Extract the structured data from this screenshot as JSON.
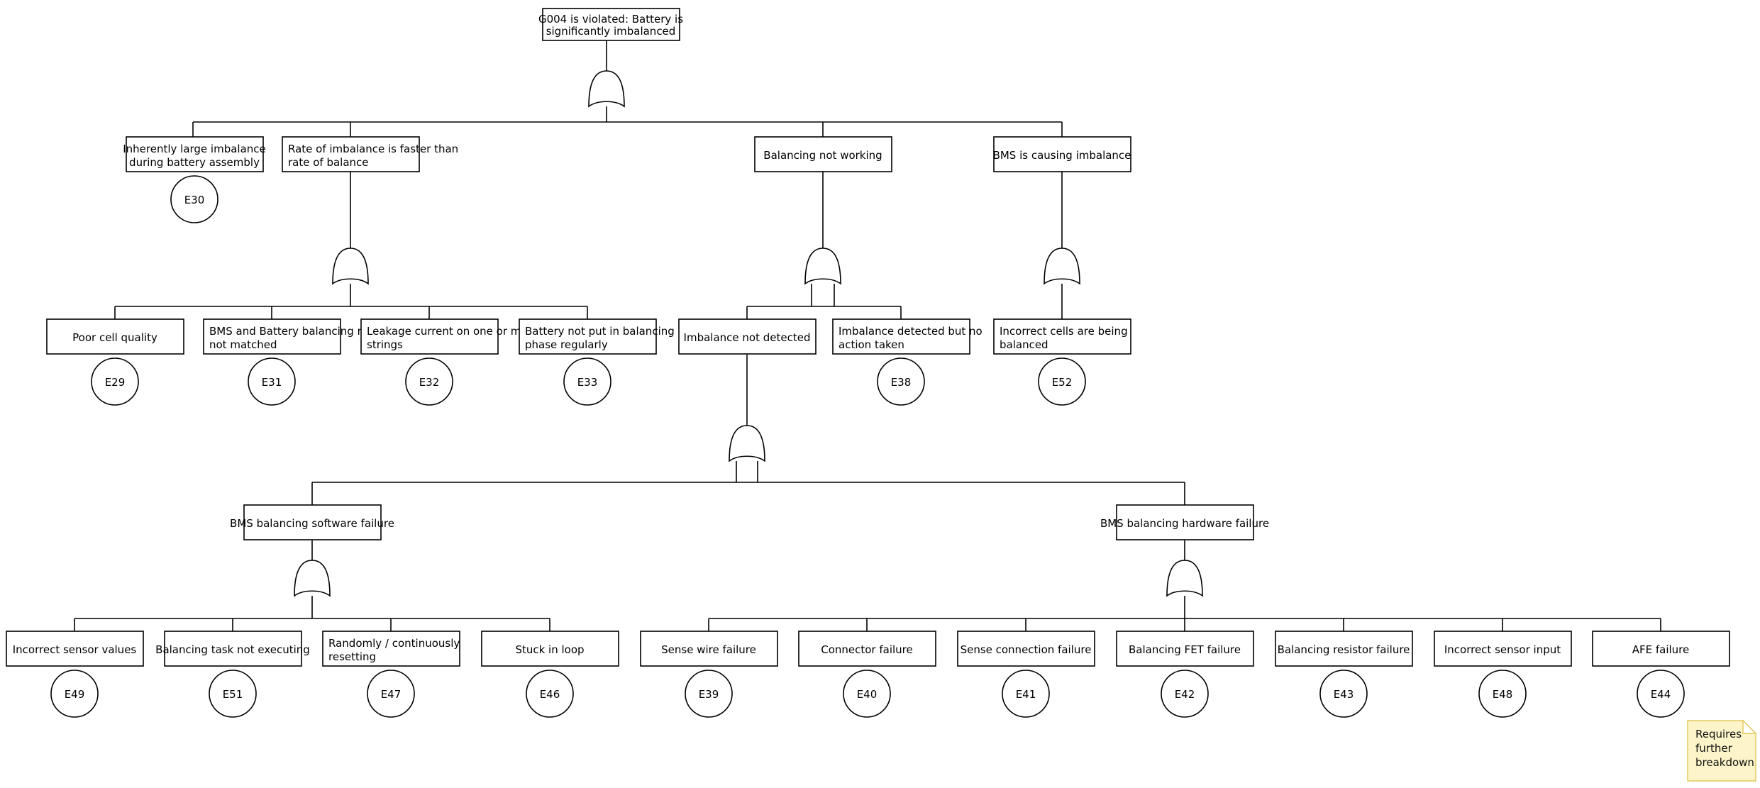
{
  "diagram": {
    "title": "Fault Tree Analysis",
    "gate_type": "OR",
    "colors": {
      "node_fill": "#ffffff",
      "node_stroke": "#000000",
      "sticky_fill": "#fdf5c9",
      "sticky_stroke": "#e3c85a",
      "connector": "#000000"
    }
  },
  "nodes": {
    "top": {
      "id": "G004",
      "lines": [
        "G004 is violated: Battery is",
        "significantly imbalanced"
      ]
    },
    "level2": [
      {
        "lines": [
          "Inherently large imbalance",
          "during battery assembly"
        ],
        "event": "E30"
      },
      {
        "lines": [
          "Rate of imbalance is faster than",
          "rate of balance"
        ],
        "event": null
      },
      {
        "lines": [
          "Balancing not working"
        ],
        "event": null
      },
      {
        "lines": [
          "BMS is causing imbalance"
        ],
        "event": null
      }
    ],
    "level3_rate": [
      {
        "lines": [
          "Poor cell quality"
        ],
        "event": "E29"
      },
      {
        "lines": [
          "BMS and Battery balancing rates",
          "not matched"
        ],
        "event": "E31"
      },
      {
        "lines": [
          "Leakage current on one or more",
          "strings"
        ],
        "event": "E32"
      },
      {
        "lines": [
          "Battery not put in balancing",
          "phase regularly"
        ],
        "event": "E33"
      }
    ],
    "level3_balancing": [
      {
        "lines": [
          "Imbalance not detected"
        ],
        "event": null
      },
      {
        "lines": [
          "Imbalance detected but no",
          "action taken"
        ],
        "event": "E38"
      }
    ],
    "level3_bms": [
      {
        "lines": [
          "Incorrect cells are being",
          "balanced"
        ],
        "event": "E52"
      }
    ],
    "level4": [
      {
        "lines": [
          "BMS balancing software failure"
        ],
        "event": null
      },
      {
        "lines": [
          "BMS balancing hardware failure"
        ],
        "event": null
      }
    ],
    "level5_software": [
      {
        "lines": [
          "Incorrect sensor values"
        ],
        "event": "E49"
      },
      {
        "lines": [
          "Balancing task not executing"
        ],
        "event": "E51"
      },
      {
        "lines": [
          "Randomly / continuously",
          "resetting"
        ],
        "event": "E47"
      },
      {
        "lines": [
          "Stuck in loop"
        ],
        "event": "E46"
      }
    ],
    "level5_hardware": [
      {
        "lines": [
          "Sense wire failure"
        ],
        "event": "E39"
      },
      {
        "lines": [
          "Connector failure"
        ],
        "event": "E40"
      },
      {
        "lines": [
          "Sense connection failure"
        ],
        "event": "E41"
      },
      {
        "lines": [
          "Balancing FET failure"
        ],
        "event": "E42"
      },
      {
        "lines": [
          "Balancing resistor failure"
        ],
        "event": "E43"
      },
      {
        "lines": [
          "Incorrect sensor input"
        ],
        "event": "E48"
      },
      {
        "lines": [
          "AFE failure"
        ],
        "event": "E44"
      }
    ]
  },
  "sticky_note": {
    "lines": [
      "Requires",
      "further",
      "breakdown"
    ]
  }
}
